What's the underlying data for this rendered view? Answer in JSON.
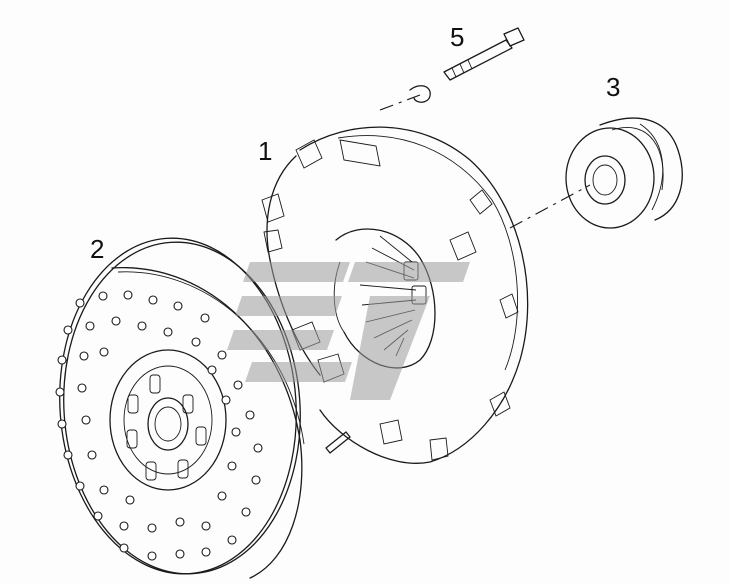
{
  "callouts": [
    {
      "id": "1",
      "label": "1"
    },
    {
      "id": "2",
      "label": "2"
    },
    {
      "id": "3",
      "label": "3"
    },
    {
      "id": "5",
      "label": "5"
    }
  ],
  "icons": {
    "watermark": "brand-watermark-logo"
  },
  "colors": {
    "ink": "#1a1a1a",
    "watermark": "#9a9a9a",
    "background": "#fdfdfd"
  }
}
